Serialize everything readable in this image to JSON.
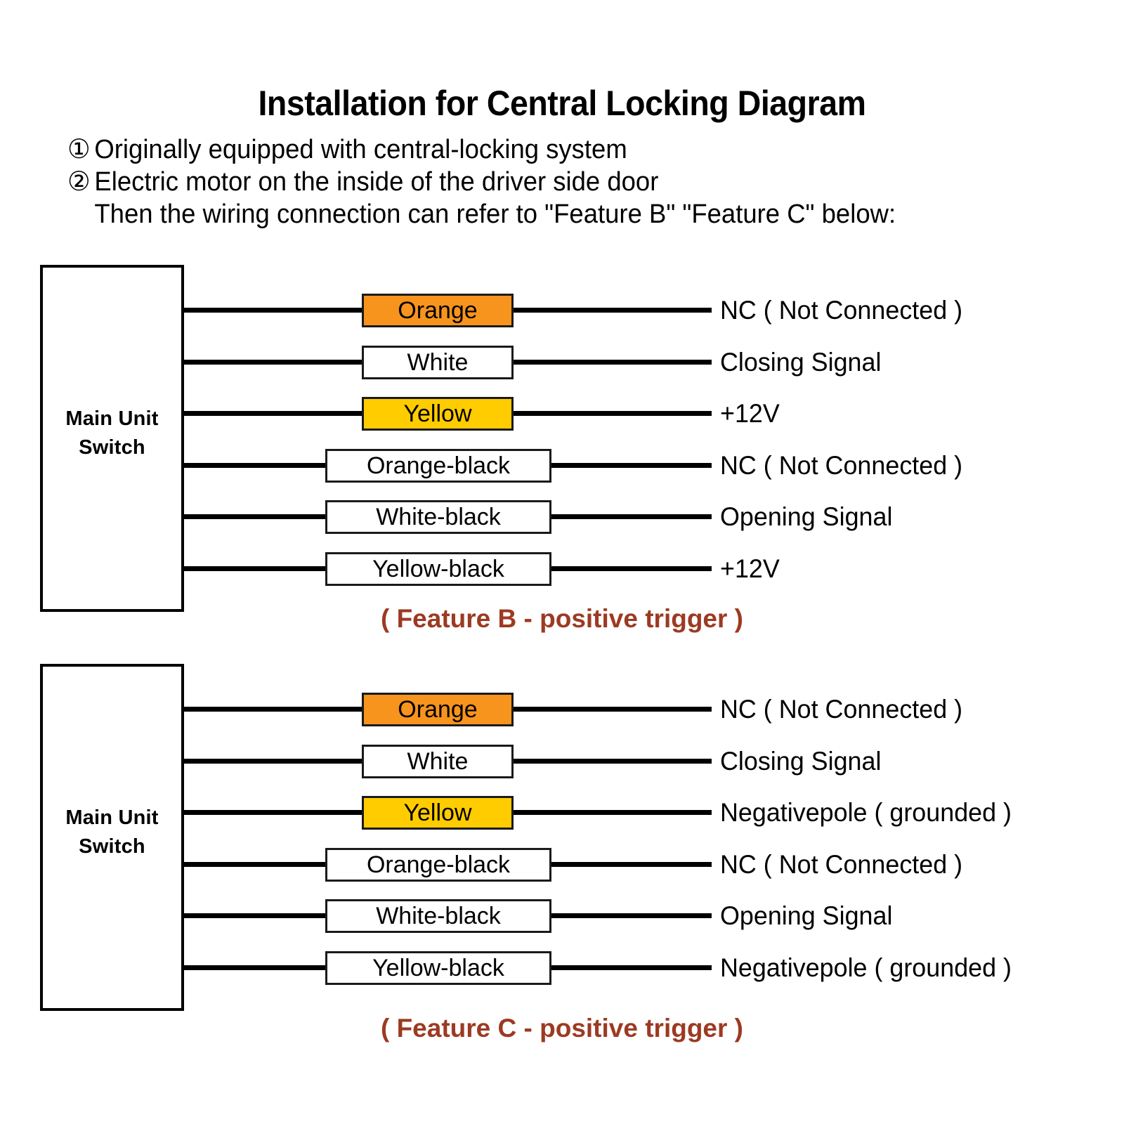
{
  "header": {
    "title": "Installation for Central Locking Diagram",
    "intro_lines": [
      {
        "marker": "①",
        "text": "Originally equipped with central-locking system"
      },
      {
        "marker": "②",
        "text": "Electric motor on the inside of the driver side door"
      },
      {
        "marker": "",
        "text": "Then the wiring connection can refer to \"Feature B\" \"Feature C\" below:"
      }
    ]
  },
  "colors": {
    "orange": "#f7941d",
    "yellow": "#ffcc00",
    "white": "#ffffff",
    "caption": "#9c3a22",
    "wire": "#000000",
    "border": "#1a1a1a"
  },
  "diagrams": [
    {
      "id": "feature-b",
      "unit_label_line1": "Main Unit",
      "unit_label_line2": "Switch",
      "caption": "( Feature B - positive trigger )",
      "rows": [
        {
          "wire_name": "Orange",
          "swatch": "orange",
          "width": "narrow",
          "function": "NC ( Not Connected )"
        },
        {
          "wire_name": "White",
          "swatch": "white",
          "width": "narrow",
          "function": "Closing Signal"
        },
        {
          "wire_name": "Yellow",
          "swatch": "yellow",
          "width": "narrow",
          "function": "+12V"
        },
        {
          "wire_name": "Orange-black",
          "swatch": "white",
          "width": "wide",
          "function": "NC ( Not Connected )"
        },
        {
          "wire_name": "White-black",
          "swatch": "white",
          "width": "wide",
          "function": "Opening Signal"
        },
        {
          "wire_name": "Yellow-black",
          "swatch": "white",
          "width": "wide",
          "function": "+12V"
        }
      ]
    },
    {
      "id": "feature-c",
      "unit_label_line1": "Main Unit",
      "unit_label_line2": "Switch",
      "caption": "( Feature C - positive trigger )",
      "rows": [
        {
          "wire_name": "Orange",
          "swatch": "orange",
          "width": "narrow",
          "function": "NC ( Not Connected )"
        },
        {
          "wire_name": "White",
          "swatch": "white",
          "width": "narrow",
          "function": "Closing Signal"
        },
        {
          "wire_name": "Yellow",
          "swatch": "yellow",
          "width": "narrow",
          "function": "Negativepole ( grounded )"
        },
        {
          "wire_name": "Orange-black",
          "swatch": "white",
          "width": "wide",
          "function": "NC ( Not Connected )"
        },
        {
          "wire_name": "White-black",
          "swatch": "white",
          "width": "wide",
          "function": "Opening Signal"
        },
        {
          "wire_name": "Yellow-black",
          "swatch": "white",
          "width": "wide",
          "function": "Negativepole ( grounded )"
        }
      ]
    }
  ]
}
